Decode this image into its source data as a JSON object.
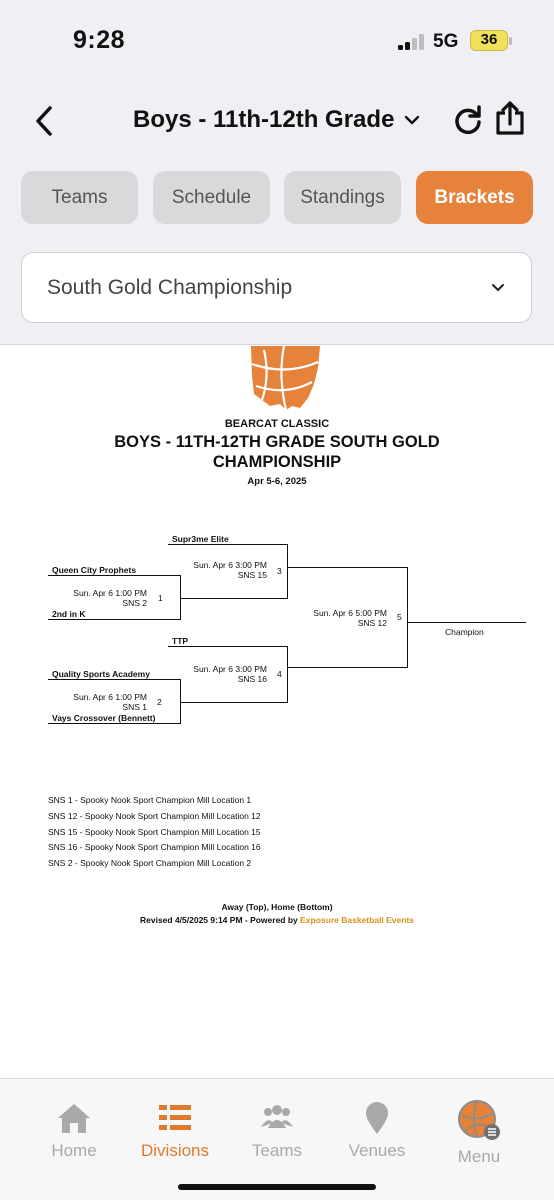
{
  "status": {
    "time": "9:28",
    "network": "5G",
    "battery": "36"
  },
  "nav": {
    "title": "Boys - 11th-12th Grade"
  },
  "tabs": [
    {
      "label": "Teams",
      "active": false
    },
    {
      "label": "Schedule",
      "active": false
    },
    {
      "label": "Standings",
      "active": false
    },
    {
      "label": "Brackets",
      "active": true
    }
  ],
  "division_select": {
    "value": "South Gold Championship"
  },
  "bracket": {
    "org": "BEARCAT CLASSIC",
    "title_line1": "BOYS - 11TH-12TH GRADE SOUTH GOLD",
    "title_line2": "CHAMPIONSHIP",
    "dates": "Apr 5-6, 2025",
    "teams": {
      "supr3me": "Supr3me Elite",
      "qcp": "Queen City Prophets",
      "k2": "2nd in K",
      "ttp": "TTP",
      "qsa": "Quality Sports Academy",
      "vays": "Vays Crossover (Bennett)"
    },
    "games": {
      "g1": {
        "time": "Sun. Apr 6 1:00 PM",
        "venue": "SNS 2",
        "num": "1"
      },
      "g2": {
        "time": "Sun. Apr 6 1:00 PM",
        "venue": "SNS 1",
        "num": "2"
      },
      "g3": {
        "time": "Sun. Apr 6 3:00 PM",
        "venue": "SNS 15",
        "num": "3"
      },
      "g4": {
        "time": "Sun. Apr 6 3:00 PM",
        "venue": "SNS 16",
        "num": "4"
      },
      "g5": {
        "time": "Sun. Apr 6 5:00 PM",
        "venue": "SNS 12",
        "num": "5"
      }
    },
    "champion": "Champion",
    "venues": [
      "SNS 1 - Spooky Nook Sport Champion Mill Location 1",
      "SNS 12 - Spooky Nook Sport Champion Mill Location 12",
      "SNS 15 - Spooky Nook Sport Champion Mill Location 15",
      "SNS 16 - Spooky Nook Sport Champion Mill Location 16",
      "SNS 2 - Spooky Nook Sport Champion Mill Location 2"
    ],
    "footnote": "Away (Top), Home (Bottom)",
    "revised": "Revised 4/5/2025 9:14 PM - Powered by ",
    "powered_by": "Exposure Basketball Events"
  },
  "bottom_nav": [
    {
      "label": "Home",
      "icon": "home-icon",
      "active": false
    },
    {
      "label": "Divisions",
      "icon": "divisions-icon",
      "active": true
    },
    {
      "label": "Teams",
      "icon": "teams-icon",
      "active": false
    },
    {
      "label": "Venues",
      "icon": "venue-pin-icon",
      "active": false
    },
    {
      "label": "Menu",
      "icon": "menu-logo-icon",
      "active": false
    }
  ],
  "colors": {
    "accent": "#E6823A",
    "link": "#D9901B",
    "inactive_tab": "#D9D9DB",
    "header_bg": "#EFEFF4"
  }
}
